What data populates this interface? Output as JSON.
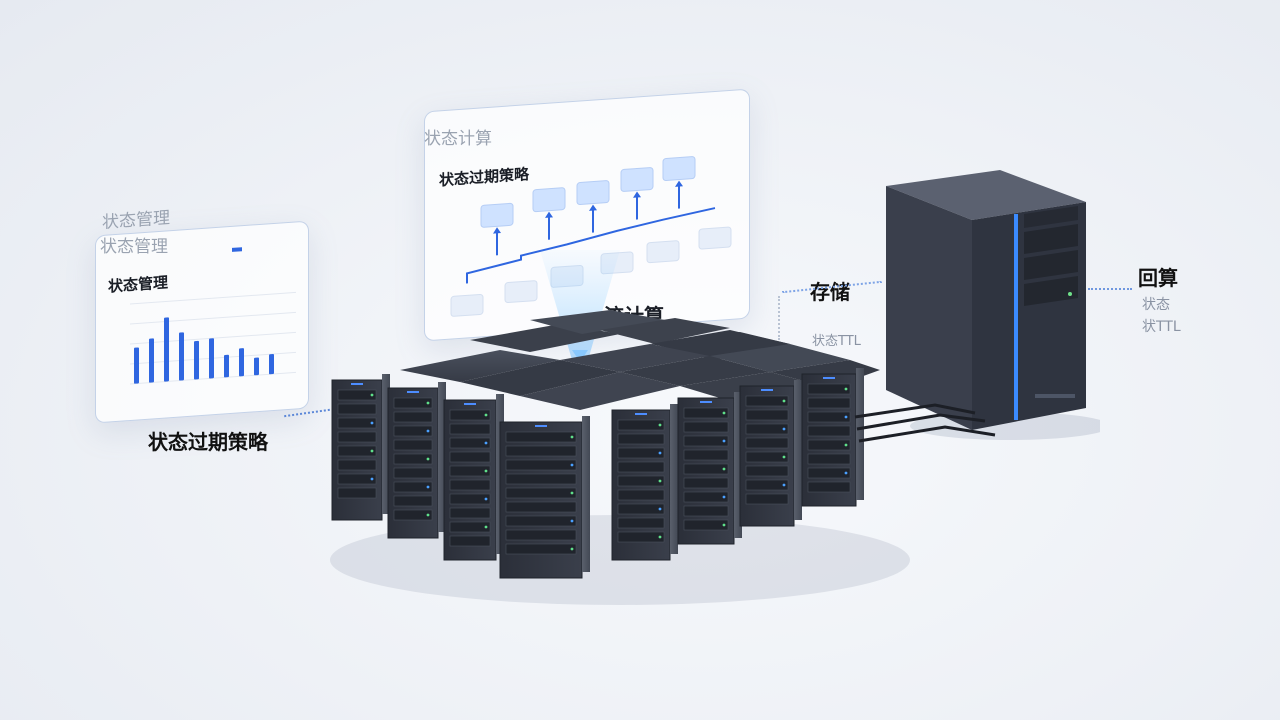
{
  "panels": {
    "state_mgmt": {
      "header": "状态管理",
      "title": "状态管理",
      "legend": [
        "",
        ""
      ]
    },
    "state_calc": {
      "header": "状态计算",
      "title": "状态过期策略",
      "nodes_top": [
        "",
        "",
        "",
        "",
        ""
      ],
      "nodes_bottom": [
        "",
        "",
        "",
        "",
        "",
        ""
      ]
    }
  },
  "center_label": "流计算",
  "left_caption": {
    "title": "状态过期策略",
    "lines": [
      "",
      ""
    ]
  },
  "storage_caption": {
    "title": "存储",
    "lines": [
      "",
      "状态TTL"
    ]
  },
  "right_caption": {
    "title": "回算",
    "lines": [
      "状态",
      "状TTL"
    ]
  },
  "colors": {
    "accent": "#2f66e0",
    "server_dark": "#2c303b",
    "panel_border": "#c0cde5"
  }
}
